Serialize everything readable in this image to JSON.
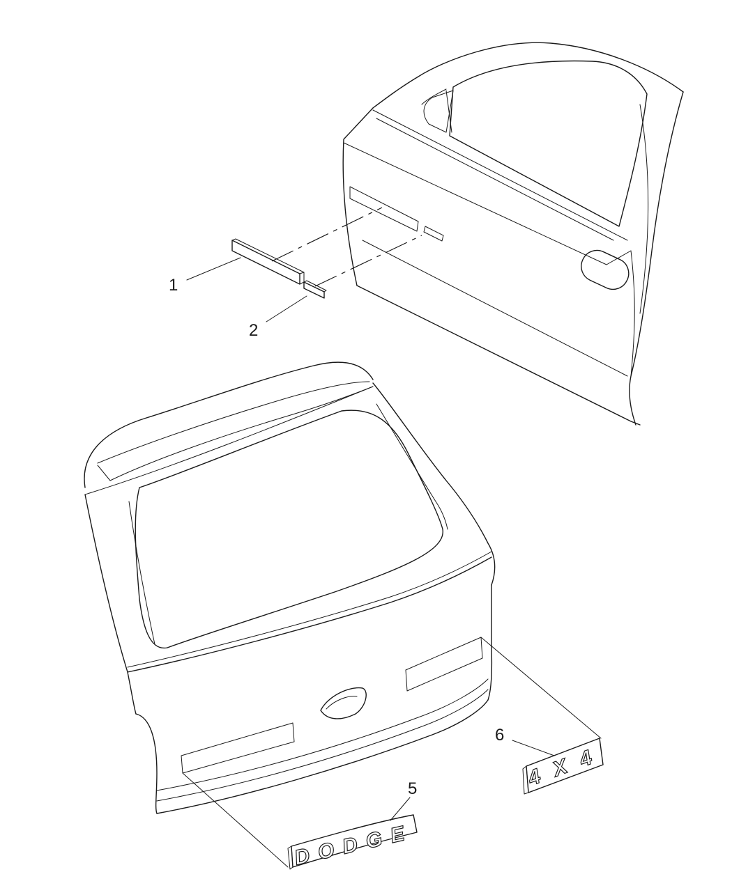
{
  "callouts": [
    {
      "number": "1"
    },
    {
      "number": "2"
    },
    {
      "number": "5"
    },
    {
      "number": "6"
    }
  ],
  "emblems": {
    "rear_nameplate": "DODGE",
    "drive_badge": "4X4"
  }
}
